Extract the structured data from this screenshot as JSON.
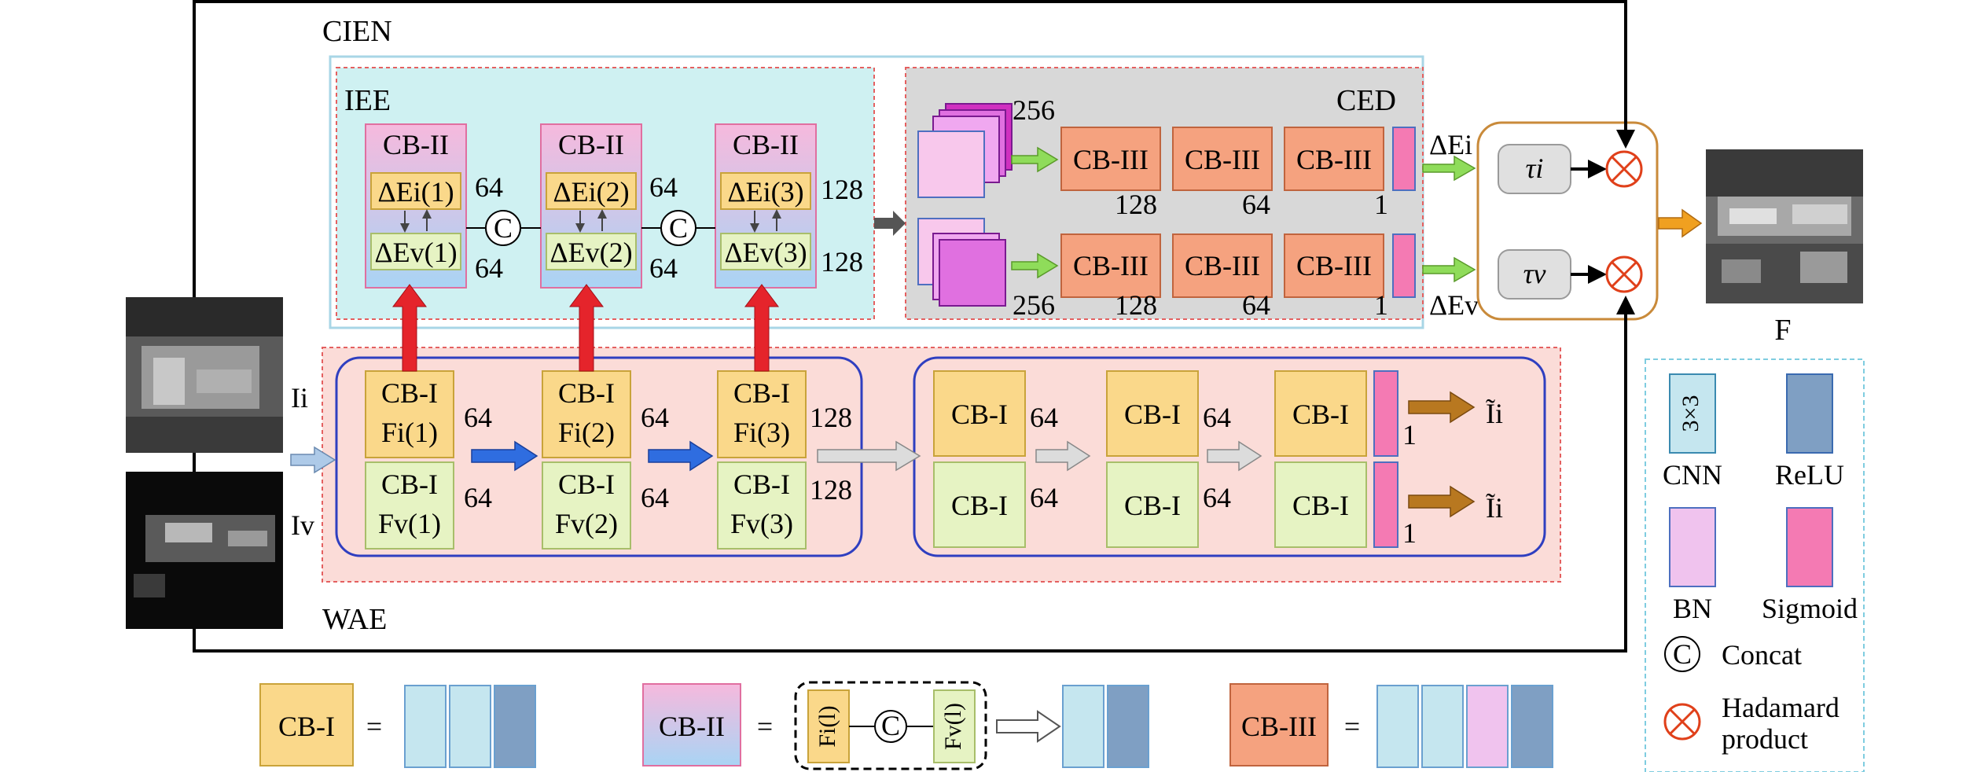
{
  "colors": {
    "cb1": "#fad88a",
    "cb1_green": "#e6f3c3",
    "cb3": "#f5a27f",
    "cnn": "#c5e6ef",
    "relu": "#7f9fc3",
    "bn": "#f0c3ee",
    "sigmoid": "#f47ab3",
    "cien_bg": "#cff1f2",
    "wae_bg": "#fbdcd8",
    "ced_bg": "#d8d8d8",
    "blue_border": "#2f3fc0",
    "red_arrow": "#e5242b",
    "blue_arrow": "#2f6de0",
    "green_arrow": "#8fdc5a",
    "brown_arrow": "#b87820",
    "orange_arrow": "#f0a020",
    "hadamard": "#e0401a"
  },
  "icons": [
    "concat-icon",
    "hadamard-icon"
  ],
  "labels": {
    "cien": "CIEN",
    "iee": "IEE",
    "ced": "CED",
    "wae": "WAE",
    "input_i": "Ii",
    "input_v": "Iv",
    "output_f": "F",
    "delta_e_i": "ΔEi",
    "delta_e_v": "ΔEv",
    "tau_i": "τi",
    "tau_v": "τv",
    "out_i_top": "Ĩi",
    "out_i_bottom": "Ĩi"
  },
  "iee": {
    "blocks": [
      {
        "title": "CB-II",
        "top": "ΔEi(1)",
        "bottom": "ΔEv(1)",
        "num_top": "64",
        "num_bottom": "64"
      },
      {
        "title": "CB-II",
        "top": "ΔEi(2)",
        "bottom": "ΔEv(2)",
        "num_top": "64",
        "num_bottom": "64"
      },
      {
        "title": "CB-II",
        "top": "ΔEi(3)",
        "bottom": "ΔEv(3)",
        "num_top": "128",
        "num_bottom": "128"
      }
    ],
    "concat_symbol": "C"
  },
  "ced": {
    "stack_num_top": "256",
    "stack_num_bottom": "256",
    "row_labels": [
      "CB-III",
      "CB-III",
      "CB-III"
    ],
    "nums_top": [
      "128",
      "64",
      "1"
    ],
    "nums_bottom": [
      "128",
      "64",
      "1"
    ]
  },
  "wae": {
    "encoder": [
      {
        "top": "CB-I",
        "top_sub": "Fi(1)",
        "bot": "CB-I",
        "bot_sub": "Fv(1)",
        "num_top": "64",
        "num_bottom": "64"
      },
      {
        "top": "CB-I",
        "top_sub": "Fi(2)",
        "bot": "CB-I",
        "bot_sub": "Fv(2)",
        "num_top": "64",
        "num_bottom": "64"
      },
      {
        "top": "CB-I",
        "top_sub": "Fi(3)",
        "bot": "CB-I",
        "bot_sub": "Fv(3)",
        "num_top": "128",
        "num_bottom": "128"
      }
    ],
    "decoder": [
      {
        "label": "CB-I",
        "num_top": "64",
        "num_bottom": "64"
      },
      {
        "label": "CB-I",
        "num_top": "64",
        "num_bottom": "64"
      },
      {
        "label": "CB-I",
        "num_top": "1",
        "num_bottom": "1"
      }
    ]
  },
  "legend": {
    "cnn_symbol": "3×3",
    "cnn": "CNN",
    "relu": "ReLU",
    "bn": "BN",
    "sigmoid": "Sigmoid",
    "concat_symbol": "C",
    "concat": "Concat",
    "hadamard_line1": "Hadamard",
    "hadamard_line2": "product"
  },
  "bottom_defs": {
    "cb1": "CB-I",
    "cb2": "CB-II",
    "cb3": "CB-III",
    "equals": "=",
    "f_i": "Fi(l)",
    "f_v": "Fv(l)",
    "concat_symbol": "C"
  }
}
